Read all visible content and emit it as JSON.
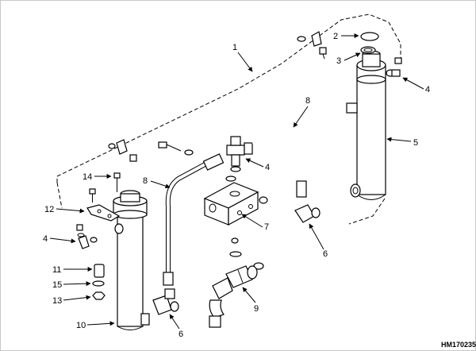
{
  "figure": {
    "drawing_id": "HM170235",
    "callouts": [
      "1",
      "2",
      "3",
      "4",
      "5",
      "6",
      "7",
      "8",
      "9",
      "10",
      "11",
      "12",
      "13",
      "14",
      "15"
    ],
    "parts": {
      "right_cylinder": "cylinder",
      "left_cylinder": "cylinder",
      "manifold": "block"
    }
  }
}
